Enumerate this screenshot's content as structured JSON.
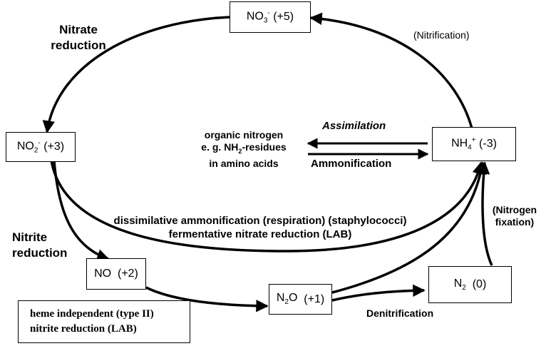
{
  "nodes": {
    "nitrate": {
      "text": "NO",
      "sub": "3",
      "sup": "-",
      "ox": "(+5)"
    },
    "nitrite": {
      "text": "NO",
      "sub": "2",
      "sup": "-",
      "ox": "(+3)"
    },
    "ammonium": {
      "text": "NH",
      "sub": "4",
      "sup": "+",
      "ox": "(-3)"
    },
    "nitric_oxide": {
      "text": "NO",
      "ox": "(+2)"
    },
    "nitrous_oxide": {
      "text": "N",
      "sub": "2",
      "after": "O",
      "ox": "(+1)"
    },
    "dinitrogen": {
      "text": "N",
      "sub": "2",
      "ox": "(0)"
    }
  },
  "labels": {
    "nitrate_reduction": [
      "Nitrate",
      "reduction"
    ],
    "nitrification": "(Nitrification)",
    "nitrite_reduction": [
      "Nitrite",
      "reduction"
    ],
    "organic_nitrogen": {
      "line1": "organic nitrogen",
      "line2_pre": "e. g. NH",
      "line2_sub": "2",
      "line2_post": "-residues",
      "line3": "in amino acids"
    },
    "assimilation": "Assimilation",
    "ammonification": "Ammonification",
    "dissimilative": "dissimilative ammonification (respiration) (staphylococci)",
    "fermentative": "fermentative nitrate reduction (LAB)",
    "nitrogen_fixation": [
      "(Nitrogen",
      "fixation)"
    ],
    "denitrification": "Denitrification",
    "heme_box": [
      "heme independent (type II)",
      "nitrite reduction (LAB)"
    ]
  },
  "colors": {
    "stroke": "#000000",
    "background": "#ffffff"
  }
}
